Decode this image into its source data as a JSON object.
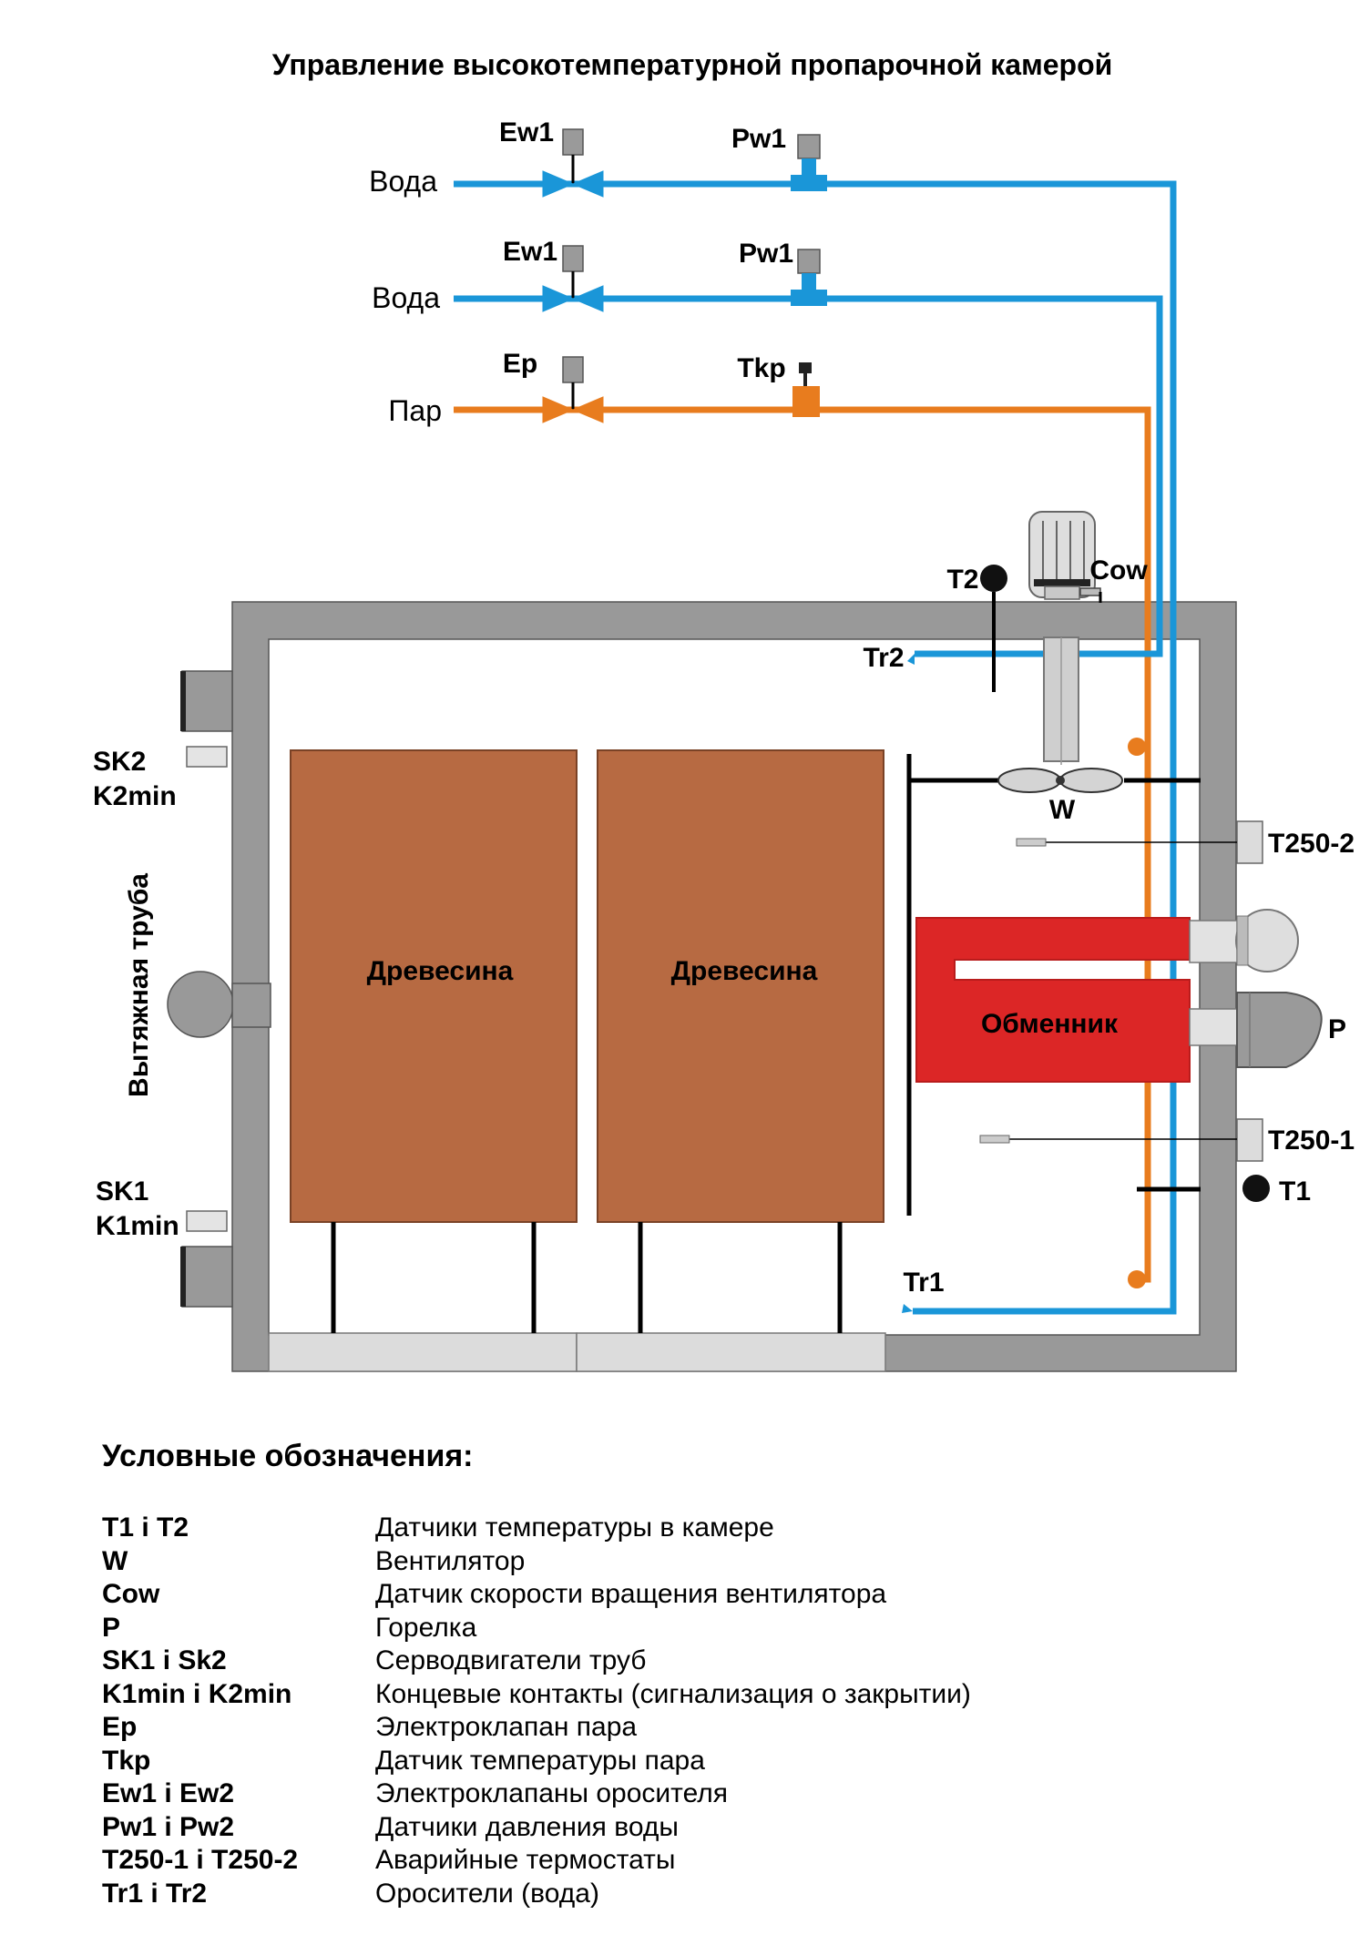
{
  "title": "Управление высокотемпературной пропарочной камерой",
  "lines": {
    "water1": "Вода",
    "water2": "Вода",
    "steam": "Пар"
  },
  "valves": {
    "ew1_top": "Ew1",
    "ew1_mid": "Ew1",
    "ep": "Ep"
  },
  "sensors": {
    "pw1_top": "Pw1",
    "pw1_mid": "Pw1",
    "tkp": "Tkp"
  },
  "chamber": {
    "t2": "T2",
    "cow": "Cow",
    "tr2": "Tr2",
    "w": "W",
    "t250_2": "T250-2",
    "t250_1": "T250-1",
    "t1": "T1",
    "tr1": "Tr1",
    "p": "P",
    "exchanger": "Обменник",
    "wood1": "Древесина",
    "wood2": "Древесина",
    "sk2": "SK2",
    "k2min": "K2min",
    "sk1": "SK1",
    "k1min": "K1min",
    "exhaust": "Вытяжная труба"
  },
  "colors": {
    "water": "#1a96d8",
    "steam": "#e87c1e",
    "wall": "#999999",
    "wood": "#b76a42",
    "exchanger": "#dc2626"
  },
  "legend": {
    "title": "Условные обозначения:",
    "items": [
      {
        "key": "T1 i T2",
        "desc": "Датчики температуры в камере"
      },
      {
        "key": "W",
        "desc": "Вентилятор"
      },
      {
        "key": "Cow",
        "desc": "Датчик скорости вращения вентилятора"
      },
      {
        "key": "P",
        "desc": "Горелка"
      },
      {
        "key": "SK1 i Sk2",
        "desc": "Серводвигатели труб"
      },
      {
        "key": "K1min i K2min",
        "desc": "Концевые контакты (сигнализация о закрытии)"
      },
      {
        "key": "Ep",
        "desc": "Электроклапан пара"
      },
      {
        "key": "Tkp",
        "desc": "Датчик температуры пара"
      },
      {
        "key": "Ew1 i Ew2",
        "desc": "Электроклапаны оросителя"
      },
      {
        "key": "Pw1 i Pw2",
        "desc": "Датчики давления воды"
      },
      {
        "key": "T250-1 i T250-2",
        "desc": "Аварийные термостаты"
      },
      {
        "key": "Tr1 i Tr2",
        "desc": "Оросители (вода)"
      }
    ]
  }
}
